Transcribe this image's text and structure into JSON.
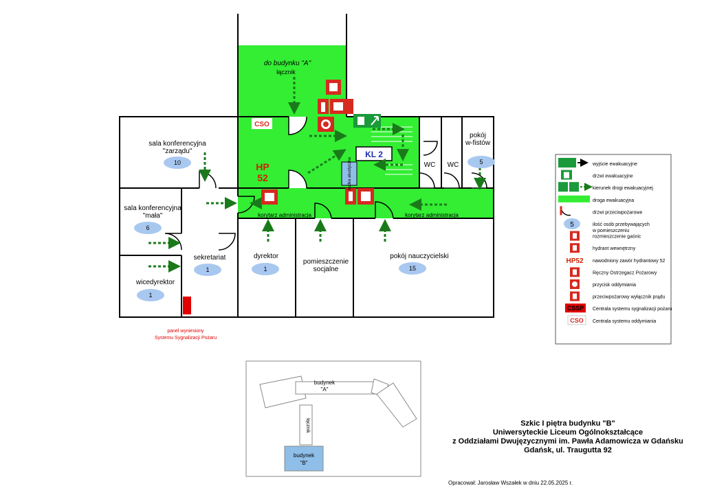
{
  "colors": {
    "green": "#33ee33",
    "wall": "#000000",
    "arrow": "#1a7a1a",
    "sign_red": "#d62a1f",
    "bubble": "#a8c8f0",
    "lift": "#8fbfe8",
    "label_red": "#cc2200",
    "panel_red": "#e00000",
    "kl_blue": "#1a2fb0"
  },
  "plan": {
    "top_label": "do budynku \"A\"",
    "connector_label": "łącznik",
    "cso": "CSO",
    "hp_line1": "HP",
    "hp_line2": "52",
    "kl": "KL 2",
    "lift": "budka akustyczna",
    "corridor1": "korytarz administracja",
    "corridor2": "korytarz administracja",
    "panel_line1": "panel wyniesiony",
    "panel_line2": "Systemu Sygnalizacji Pożaru"
  },
  "rooms": [
    {
      "key": "zarzadu",
      "l1": "sala konferencyjna",
      "l2": "\"zarządu\"",
      "count": "10"
    },
    {
      "key": "mala",
      "l1": "sala konferencyjna",
      "l2": "\"mała\"",
      "count": "6"
    },
    {
      "key": "wicedyrektor",
      "l1": "wicedyrektor",
      "l2": "",
      "count": "1"
    },
    {
      "key": "sekretariat",
      "l1": "sekretariat",
      "l2": "",
      "count": "1"
    },
    {
      "key": "dyrektor",
      "l1": "dyrektor",
      "l2": "",
      "count": "1"
    },
    {
      "key": "socjalne",
      "l1": "pomieszczenie",
      "l2": "socjalne",
      "count": ""
    },
    {
      "key": "nauczycielski",
      "l1": "pokój nauczycielski",
      "l2": "",
      "count": "15"
    },
    {
      "key": "wc1",
      "l1": "WC",
      "l2": "",
      "count": ""
    },
    {
      "key": "wc2",
      "l1": "WC",
      "l2": "",
      "count": ""
    },
    {
      "key": "wfistow",
      "l1": "pokój",
      "l2": "w-fistów",
      "count": "5"
    }
  ],
  "legend": [
    {
      "icon": "exit-sign-icon",
      "label": "wyjście ewakuacyjne"
    },
    {
      "icon": "evac-door-icon",
      "label": "drzwi ewakuacyjne"
    },
    {
      "icon": "evac-direction-icon",
      "label": "kierunek drogi ewakuacyjnej"
    },
    {
      "icon": "evac-route-icon",
      "label": "droga ewakuacyjna"
    },
    {
      "icon": "fire-door-icon",
      "label": "drzwi przeciwpożarowe"
    },
    {
      "icon": "people-count-icon",
      "label": "ilość osób przebywających",
      "label2": "w pomieszczeniu",
      "sample": "5"
    },
    {
      "icon": "extinguisher-icon",
      "label": "rozmieszczenie gaśnic"
    },
    {
      "icon": "hydrant-icon",
      "label": "hydrant wewnętrzny"
    },
    {
      "icon": "hp52-icon",
      "label": "nawodniony zawór hydrantowy 52",
      "sample": "HP52"
    },
    {
      "icon": "manual-call-point-icon",
      "label": "Ręczny Ostrzegacz Pożarowy"
    },
    {
      "icon": "smoke-button-icon",
      "label": "przycisk oddymiania"
    },
    {
      "icon": "power-switch-icon",
      "label": "przeciwpożarowy wyłącznik prądu"
    },
    {
      "icon": "cssp-icon",
      "label": "Centrala systemu sygnalizacji pożaru",
      "sample": "CSSP"
    },
    {
      "icon": "cso-icon",
      "label": "Centrala systemu oddymiania",
      "sample": "CSO"
    }
  ],
  "minimap": {
    "building_a": "budynek",
    "building_a2": "\"A\"",
    "connector": "łącznik",
    "building_b": "budynek",
    "building_b2": "\"B\""
  },
  "title_block": {
    "line1": "Szkic I piętra budynku \"B\"",
    "line2": "Uniwersyteckie Liceum Ogólnokształcące",
    "line3": "z Oddziałami Dwujęzycznymi im. Pawła Adamowicza w Gdańsku",
    "line4": "Gdańsk, ul. Traugutta 92"
  },
  "footer": "Opracował: Jarosław Wszałek w dniu 22.05.2025 r."
}
